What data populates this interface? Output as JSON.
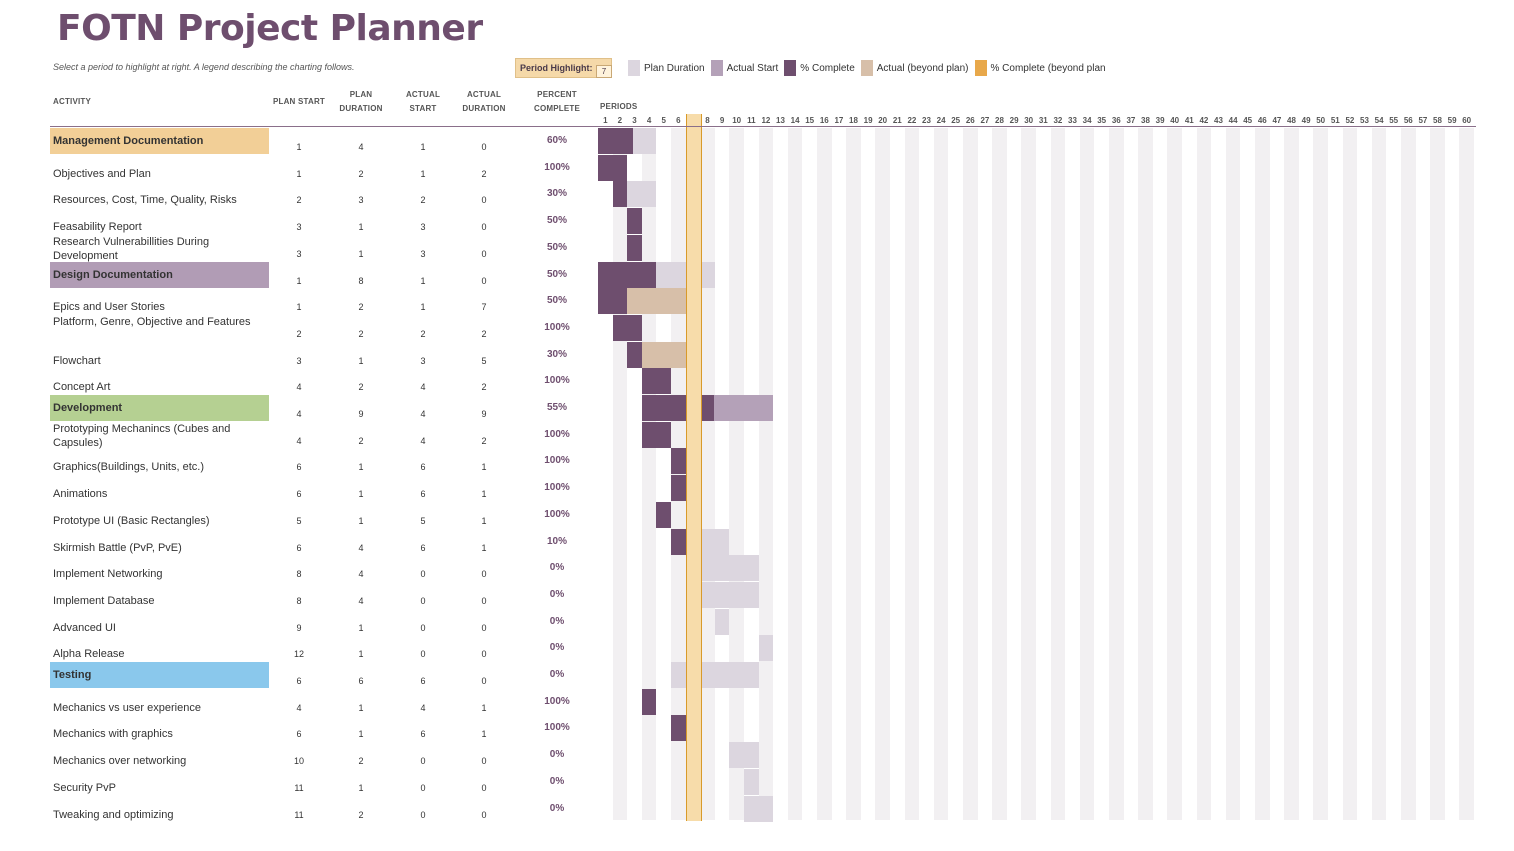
{
  "header": {
    "title": "FOTN Project Planner",
    "subtitle": "Select a period to highlight at right.  A legend describing the charting follows.",
    "period_highlight_label": "Period Highlight:",
    "period_highlight_value": "7"
  },
  "legend": [
    {
      "label": "Plan Duration",
      "color": "#dcd6df"
    },
    {
      "label": "Actual Start",
      "color": "#b4a1b8"
    },
    {
      "label": "% Complete",
      "color": "#6e4e6e"
    },
    {
      "label": "Actual (beyond plan)",
      "color": "#d7bfa9"
    },
    {
      "label": "% Complete (beyond plan",
      "color": "#e8a84a"
    }
  ],
  "columns": {
    "activity": "ACTIVITY",
    "plan_start": "PLAN START",
    "plan_duration_1": "PLAN",
    "plan_duration_2": "DURATION",
    "actual_start_1": "ACTUAL",
    "actual_start_2": "START",
    "actual_duration_1": "ACTUAL",
    "actual_duration_2": "DURATION",
    "percent_1": "PERCENT",
    "percent_2": "COMPLETE",
    "periods": "PERIODS"
  },
  "periods": [
    "1",
    "2",
    "3",
    "4",
    "5",
    "6",
    "7",
    "8",
    "9",
    "10",
    "11",
    "12",
    "13",
    "14",
    "15",
    "16",
    "17",
    "18",
    "19",
    "20",
    "21",
    "22",
    "23",
    "24",
    "25",
    "26",
    "27",
    "28",
    "29",
    "30",
    "31",
    "32",
    "33",
    "34",
    "35",
    "36",
    "37",
    "38",
    "39",
    "40",
    "41",
    "42",
    "43",
    "44",
    "45",
    "46",
    "47",
    "48",
    "49",
    "50",
    "51",
    "52",
    "53",
    "54",
    "55",
    "56",
    "57",
    "58",
    "59",
    "60"
  ],
  "colors": {
    "plan": "#dcd6df",
    "actual_start": "#b4a1b8",
    "complete": "#6e4e6e",
    "beyond": "#d7bfa9",
    "complete_beyond": "#e8a84a",
    "group_mgmt": "#f2cf97",
    "group_design": "#b19cb5",
    "group_dev": "#b5d092",
    "group_test": "#8ac8ec"
  },
  "rows": [
    {
      "activity": "Management Documentation",
      "group": "mgmt",
      "plan_start": "1",
      "plan_duration": "4",
      "actual_start": "1",
      "actual_duration": "0",
      "percent": "60%",
      "ps": 1,
      "pd": 4,
      "as": 1,
      "ad": 0,
      "pc": 0.6
    },
    {
      "activity": "Objectives and Plan",
      "plan_start": "1",
      "plan_duration": "2",
      "actual_start": "1",
      "actual_duration": "2",
      "percent": "100%",
      "ps": 1,
      "pd": 2,
      "as": 1,
      "ad": 2,
      "pc": 1
    },
    {
      "activity": "Resources, Cost, Time, Quality, Risks",
      "plan_start": "2",
      "plan_duration": "3",
      "actual_start": "2",
      "actual_duration": "0",
      "percent": "30%",
      "ps": 2,
      "pd": 3,
      "as": 2,
      "ad": 0,
      "pc": 0.3
    },
    {
      "activity": "Feasability Report",
      "plan_start": "3",
      "plan_duration": "1",
      "actual_start": "3",
      "actual_duration": "0",
      "percent": "50%",
      "ps": 3,
      "pd": 1,
      "as": 3,
      "ad": 0,
      "pc": 0.5
    },
    {
      "activity": "Research Vulnerabillities During Development",
      "plan_start": "3",
      "plan_duration": "1",
      "actual_start": "3",
      "actual_duration": "0",
      "percent": "50%",
      "ps": 3,
      "pd": 1,
      "as": 3,
      "ad": 0,
      "pc": 0.5
    },
    {
      "activity": "Design Documentation",
      "group": "design",
      "plan_start": "1",
      "plan_duration": "8",
      "actual_start": "1",
      "actual_duration": "0",
      "percent": "50%",
      "ps": 1,
      "pd": 8,
      "as": 1,
      "ad": 0,
      "pc": 0.5
    },
    {
      "activity": "Epics and User Stories",
      "plan_start": "1",
      "plan_duration": "2",
      "actual_start": "1",
      "actual_duration": "7",
      "percent": "50%",
      "ps": 1,
      "pd": 2,
      "as": 1,
      "ad": 7,
      "pc": 0.5
    },
    {
      "activity": "Platform, Genre, Objective and Features",
      "plan_start": "2",
      "plan_duration": "2",
      "actual_start": "2",
      "actual_duration": "2",
      "percent": "100%",
      "ps": 2,
      "pd": 2,
      "as": 2,
      "ad": 2,
      "pc": 1
    },
    {
      "activity": "Flowchart",
      "plan_start": "3",
      "plan_duration": "1",
      "actual_start": "3",
      "actual_duration": "5",
      "percent": "30%",
      "ps": 3,
      "pd": 1,
      "as": 3,
      "ad": 5,
      "pc": 0.3
    },
    {
      "activity": "Concept Art",
      "plan_start": "4",
      "plan_duration": "2",
      "actual_start": "4",
      "actual_duration": "2",
      "percent": "100%",
      "ps": 4,
      "pd": 2,
      "as": 4,
      "ad": 2,
      "pc": 1
    },
    {
      "activity": "Development",
      "group": "dev",
      "plan_start": "4",
      "plan_duration": "9",
      "actual_start": "4",
      "actual_duration": "9",
      "percent": "55%",
      "ps": 4,
      "pd": 9,
      "as": 4,
      "ad": 9,
      "pc": 0.55
    },
    {
      "activity": "Prototyping Mechanincs (Cubes and Capsules)",
      "plan_start": "4",
      "plan_duration": "2",
      "actual_start": "4",
      "actual_duration": "2",
      "percent": "100%",
      "ps": 4,
      "pd": 2,
      "as": 4,
      "ad": 2,
      "pc": 1
    },
    {
      "activity": "Graphics(Buildings, Units, etc.)",
      "plan_start": "6",
      "plan_duration": "1",
      "actual_start": "6",
      "actual_duration": "1",
      "percent": "100%",
      "ps": 6,
      "pd": 1,
      "as": 6,
      "ad": 1,
      "pc": 1
    },
    {
      "activity": "Animations",
      "plan_start": "6",
      "plan_duration": "1",
      "actual_start": "6",
      "actual_duration": "1",
      "percent": "100%",
      "ps": 6,
      "pd": 1,
      "as": 6,
      "ad": 1,
      "pc": 1
    },
    {
      "activity": "Prototype UI (Basic Rectangles)",
      "plan_start": "5",
      "plan_duration": "1",
      "actual_start": "5",
      "actual_duration": "1",
      "percent": "100%",
      "ps": 5,
      "pd": 1,
      "as": 5,
      "ad": 1,
      "pc": 1
    },
    {
      "activity": "Skirmish Battle (PvP, PvE)",
      "plan_start": "6",
      "plan_duration": "4",
      "actual_start": "6",
      "actual_duration": "1",
      "percent": "10%",
      "ps": 6,
      "pd": 4,
      "as": 6,
      "ad": 1,
      "pc": 0.1
    },
    {
      "activity": "Implement Networking",
      "plan_start": "8",
      "plan_duration": "4",
      "actual_start": "0",
      "actual_duration": "0",
      "percent": "0%",
      "ps": 8,
      "pd": 4,
      "as": 0,
      "ad": 0,
      "pc": 0
    },
    {
      "activity": "Implement Database",
      "plan_start": "8",
      "plan_duration": "4",
      "actual_start": "0",
      "actual_duration": "0",
      "percent": "0%",
      "ps": 8,
      "pd": 4,
      "as": 0,
      "ad": 0,
      "pc": 0
    },
    {
      "activity": "Advanced UI",
      "plan_start": "9",
      "plan_duration": "1",
      "actual_start": "0",
      "actual_duration": "0",
      "percent": "0%",
      "ps": 9,
      "pd": 1,
      "as": 0,
      "ad": 0,
      "pc": 0
    },
    {
      "activity": "Alpha Release",
      "plan_start": "12",
      "plan_duration": "1",
      "actual_start": "0",
      "actual_duration": "0",
      "percent": "0%",
      "ps": 12,
      "pd": 1,
      "as": 0,
      "ad": 0,
      "pc": 0
    },
    {
      "activity": "Testing",
      "group": "test",
      "plan_start": "6",
      "plan_duration": "6",
      "actual_start": "6",
      "actual_duration": "0",
      "percent": "0%",
      "ps": 6,
      "pd": 6,
      "as": 6,
      "ad": 0,
      "pc": 0
    },
    {
      "activity": "Mechanics vs user experience",
      "plan_start": "4",
      "plan_duration": "1",
      "actual_start": "4",
      "actual_duration": "1",
      "percent": "100%",
      "ps": 4,
      "pd": 1,
      "as": 4,
      "ad": 1,
      "pc": 1
    },
    {
      "activity": "Mechanics with graphics",
      "plan_start": "6",
      "plan_duration": "1",
      "actual_start": "6",
      "actual_duration": "1",
      "percent": "100%",
      "ps": 6,
      "pd": 1,
      "as": 6,
      "ad": 1,
      "pc": 1
    },
    {
      "activity": "Mechanics over networking",
      "plan_start": "10",
      "plan_duration": "2",
      "actual_start": "0",
      "actual_duration": "0",
      "percent": "0%",
      "ps": 10,
      "pd": 2,
      "as": 0,
      "ad": 0,
      "pc": 0
    },
    {
      "activity": "Security PvP",
      "plan_start": "11",
      "plan_duration": "1",
      "actual_start": "0",
      "actual_duration": "0",
      "percent": "0%",
      "ps": 11,
      "pd": 1,
      "as": 0,
      "ad": 0,
      "pc": 0
    },
    {
      "activity": "Tweaking and optimizing",
      "plan_start": "11",
      "plan_duration": "2",
      "actual_start": "0",
      "actual_duration": "0",
      "percent": "0%",
      "ps": 11,
      "pd": 2,
      "as": 0,
      "ad": 0,
      "pc": 0
    }
  ]
}
